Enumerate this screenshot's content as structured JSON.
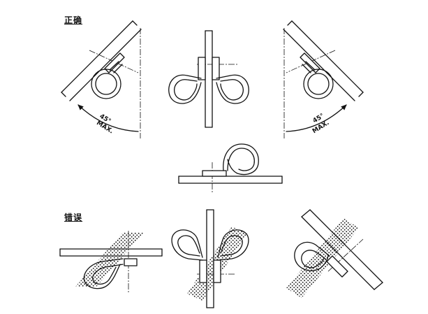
{
  "headings": {
    "correct": "正确",
    "incorrect": "错误"
  },
  "labels": {
    "left_angle": "45°",
    "left_max": "MAX.",
    "right_angle": "45°",
    "right_max": "MAX."
  },
  "colors": {
    "line": "#111111",
    "background": "#ffffff"
  }
}
